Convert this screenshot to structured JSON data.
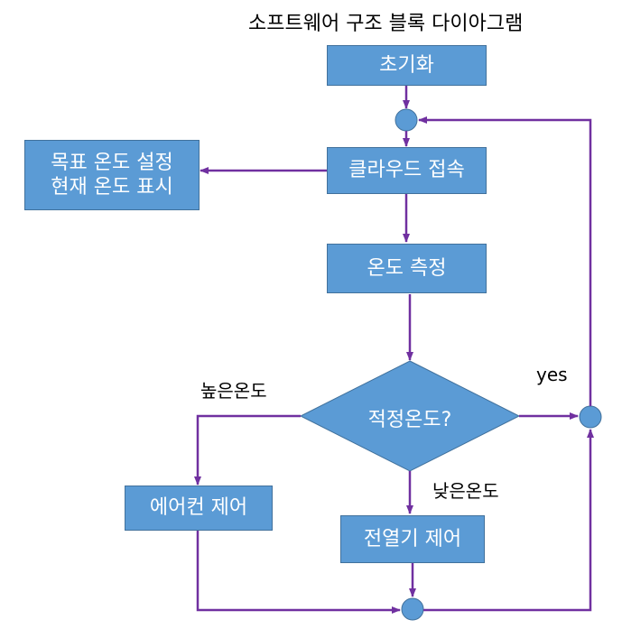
{
  "title": "소프트웨어 구조 블록 다이아그램",
  "nodes": {
    "init": "초기화",
    "cloud": "클라우드 접속",
    "measure": "온도 측정",
    "display": "목표 온도 설정\n현재 온도 표시",
    "decision": "적정온도?",
    "aircon": "에어컨 제어",
    "heater": "전열기 제어"
  },
  "edge_labels": {
    "high": "높은온도",
    "low": "낮은온도",
    "yes": "yes"
  },
  "colors": {
    "node_fill": "#5b9bd5",
    "node_border": "#41719c",
    "arrow": "#7030a0"
  }
}
